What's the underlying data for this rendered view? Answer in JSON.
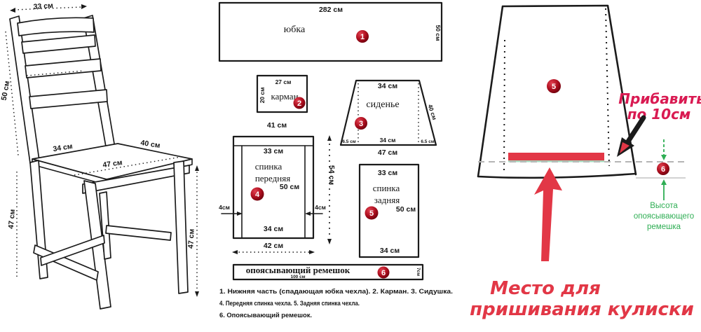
{
  "colors": {
    "ink": "#1b1b1b",
    "badge": "#b01020",
    "red": "#e23746",
    "raspberry": "#d91a52",
    "green": "#2fae54",
    "gray_line": "#b5b5b5"
  },
  "chair": {
    "dim_top_width": "33 см",
    "dim_back_height": "50 см",
    "dim_seat_back": "34 см",
    "dim_seat_depth": "40 см",
    "dim_seat_front": "47 см",
    "dim_leg_left": "47 см",
    "dim_leg_right": "47 см"
  },
  "pattern": {
    "skirt": {
      "num": "1",
      "label": "юбка",
      "dim_width": "282 см",
      "dim_height": "50 см"
    },
    "pocket": {
      "num": "2",
      "label": "карман",
      "dim_width": "27 см",
      "dim_height": "20 см"
    },
    "seat": {
      "num": "3",
      "label": "сиденье",
      "dim_top": "34 см",
      "dim_side": "40 см",
      "dim_bottom_left": "6.5 см",
      "dim_bottom_mid": "34 см",
      "dim_bottom_right": "6.5 см",
      "dim_bottom_total": "47 см"
    },
    "front_back": {
      "num": "4",
      "label_line1": "спинка",
      "label_line2": "передняя",
      "dim_outer_top": "41 см",
      "dim_inner_top": "33 см",
      "dim_height": "50 см",
      "dim_side_left": "4см",
      "dim_side_right": "4см",
      "dim_inner_bottom": "34 см",
      "dim_outer_bottom": "42 см"
    },
    "rear_back": {
      "num": "5",
      "label_line1": "спинка",
      "label_line2": "задняя",
      "dim_top": "33 см",
      "dim_height": "50 см",
      "dim_bottom": "34 см"
    },
    "dim_between": "54 см",
    "belt": {
      "num": "6",
      "label": "опоясывающий ремешок",
      "dim_width": "100 см",
      "dim_height": "7см"
    }
  },
  "legend": {
    "line1": "1. Нижняя часть (спадающая юбка чехла). 2. Карман. 3. Сидушка.",
    "line2": "4. Передняя спинка чехла. 5. Задняя спинка чехла.",
    "line3": "6. Опоясывающий ремешок."
  },
  "assembly": {
    "piece_num": "5",
    "belt_num": "6",
    "add_line1": "Прибавить",
    "add_line2": "по 10см",
    "height_line1": "Высота",
    "height_line2": "опоясывающего",
    "height_line3": "ремешка",
    "sew_line1": "Место для",
    "sew_line2": "пришивания кулиски"
  }
}
